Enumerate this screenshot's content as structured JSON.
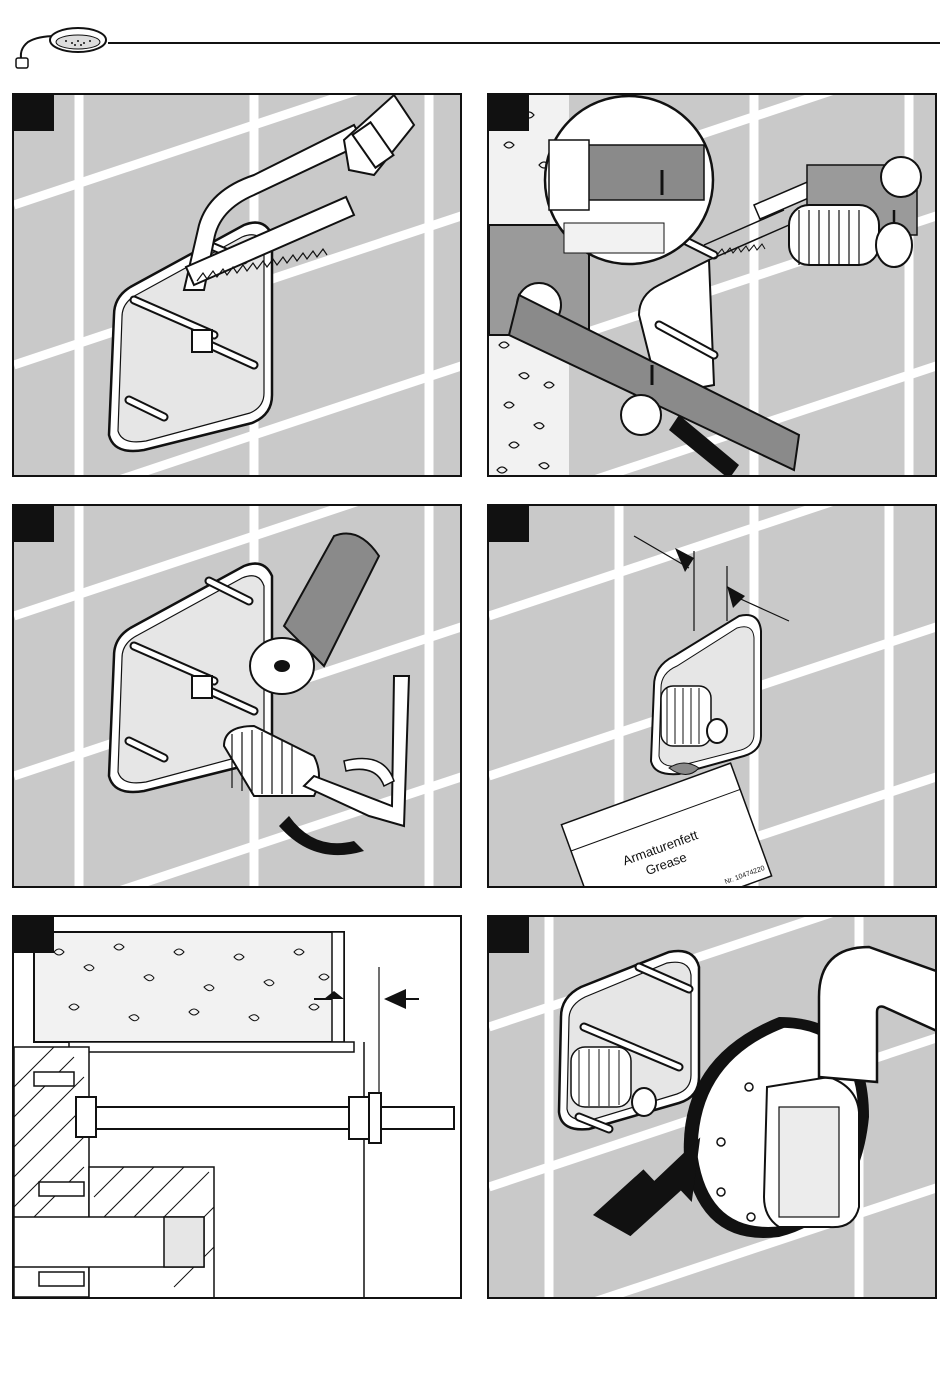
{
  "colors": {
    "tile": "#c9c9c9",
    "grout": "#ffffff",
    "line": "#111111",
    "badge": "#111111",
    "shade": "#8a8a8a"
  },
  "header": {
    "logo_icon": "shower-head-icon"
  },
  "panels": [
    {
      "step_icon": "step-badge"
    },
    {
      "step_icon": "step-badge"
    },
    {
      "step_icon": "step-badge"
    },
    {
      "step_icon": "step-badge",
      "grease_label_line1": "Armaturenfett",
      "grease_label_line2": "Grease",
      "grease_part_no": "Nr. 10474220"
    },
    {
      "step_icon": "step-badge"
    },
    {
      "step_icon": "step-badge"
    }
  ]
}
